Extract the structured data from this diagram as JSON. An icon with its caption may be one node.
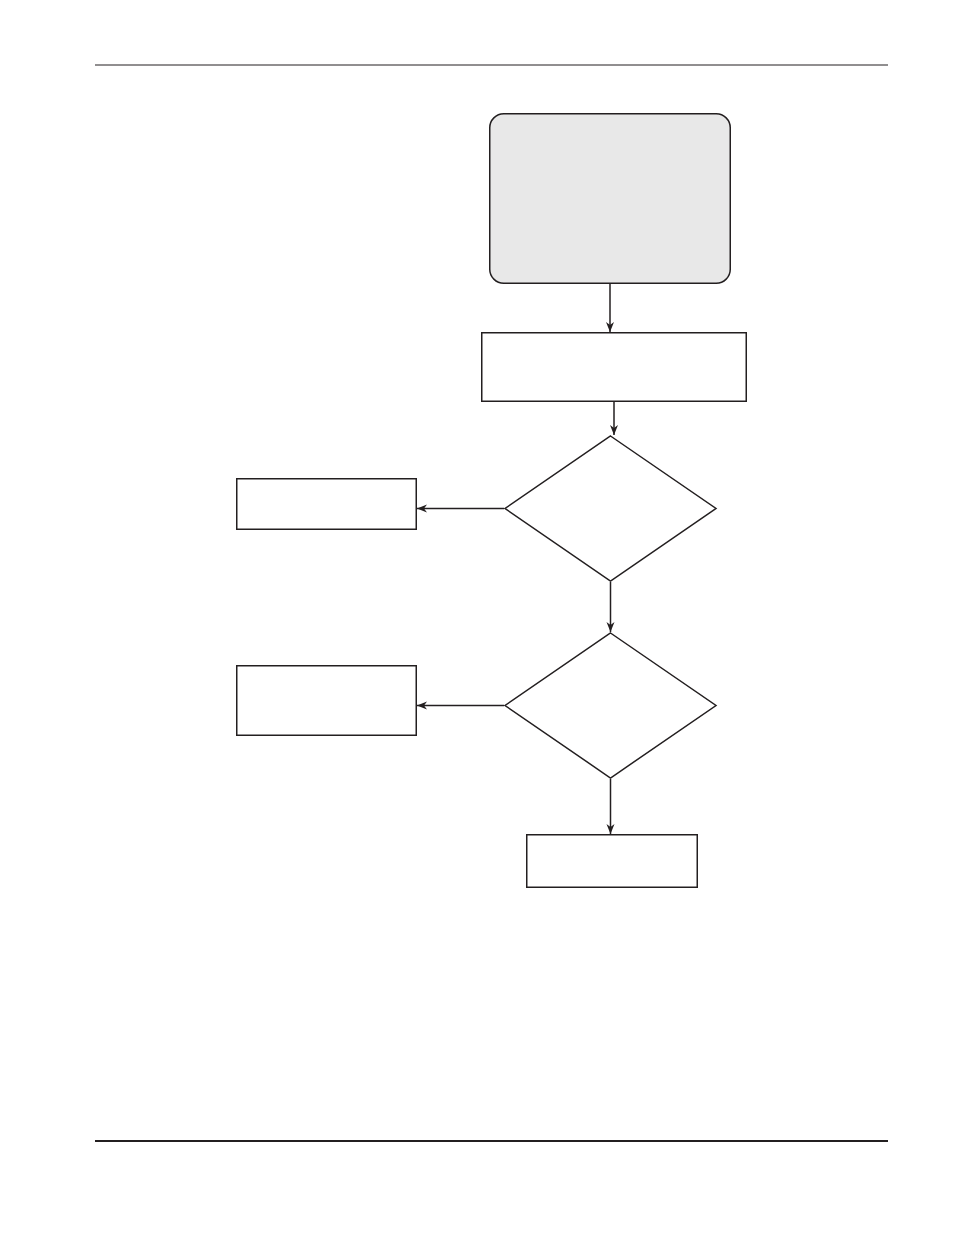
{
  "diagram": {
    "nodes": [
      {
        "text": [],
        "shape": "box"
      },
      {
        "text": [],
        "shape": "box"
      },
      {
        "text": [],
        "shape": "diamond"
      },
      {
        "text": [],
        "shape": "box"
      },
      {
        "text": [],
        "shape": "diamond"
      },
      {
        "text": [],
        "shape": "box"
      },
      {
        "text": [],
        "shape": "box"
      }
    ],
    "edges": [
      {
        "from": 0,
        "to": 1,
        "arrow": "to"
      },
      {
        "from": 1,
        "to": 2,
        "arrow": "to"
      },
      {
        "from": 2,
        "to": 3,
        "arrow": "to"
      },
      {
        "from": 2,
        "to": 4,
        "arrow": "to"
      },
      {
        "from": 4,
        "to": 5,
        "arrow": "to"
      },
      {
        "from": 4,
        "to": 6,
        "arrow": "to"
      }
    ]
  }
}
